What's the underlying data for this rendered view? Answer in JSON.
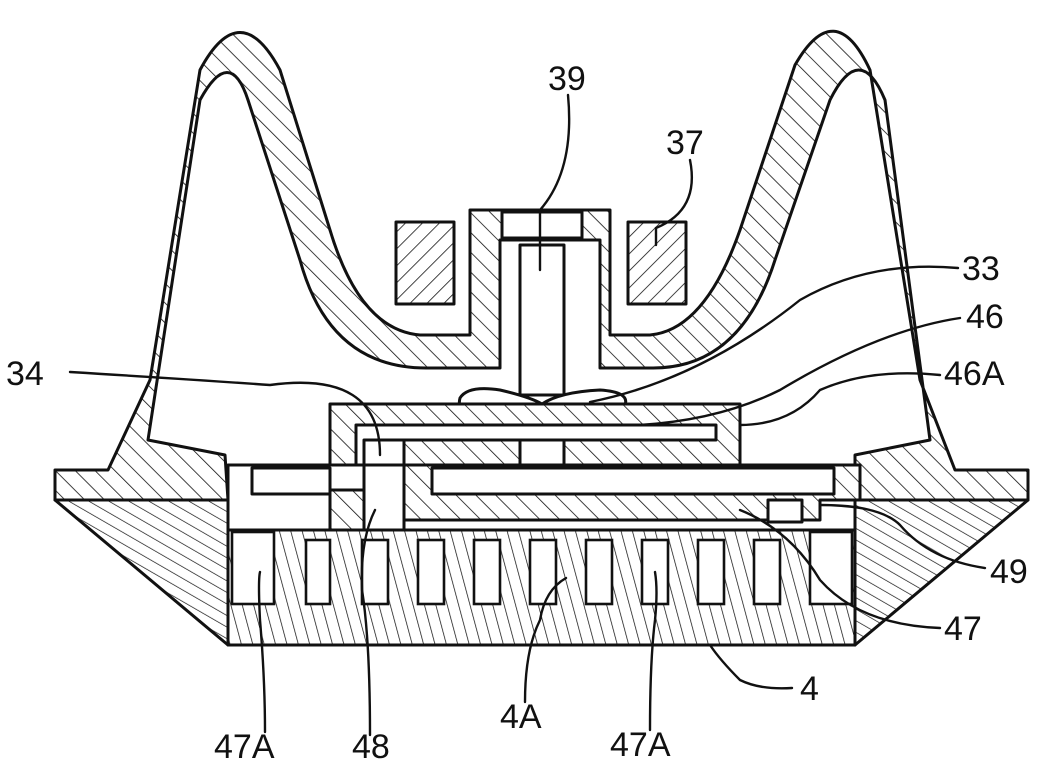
{
  "labels": {
    "l39": "39",
    "l37": "37",
    "l33": "33",
    "l46": "46",
    "l46A": "46A",
    "l34": "34",
    "l49": "49",
    "l47": "47",
    "l4": "4",
    "l47A_left": "47A",
    "l48": "48",
    "l4A": "4A",
    "l47A_right": "47A"
  },
  "colors": {
    "stroke": "#111111",
    "background": "#ffffff"
  }
}
